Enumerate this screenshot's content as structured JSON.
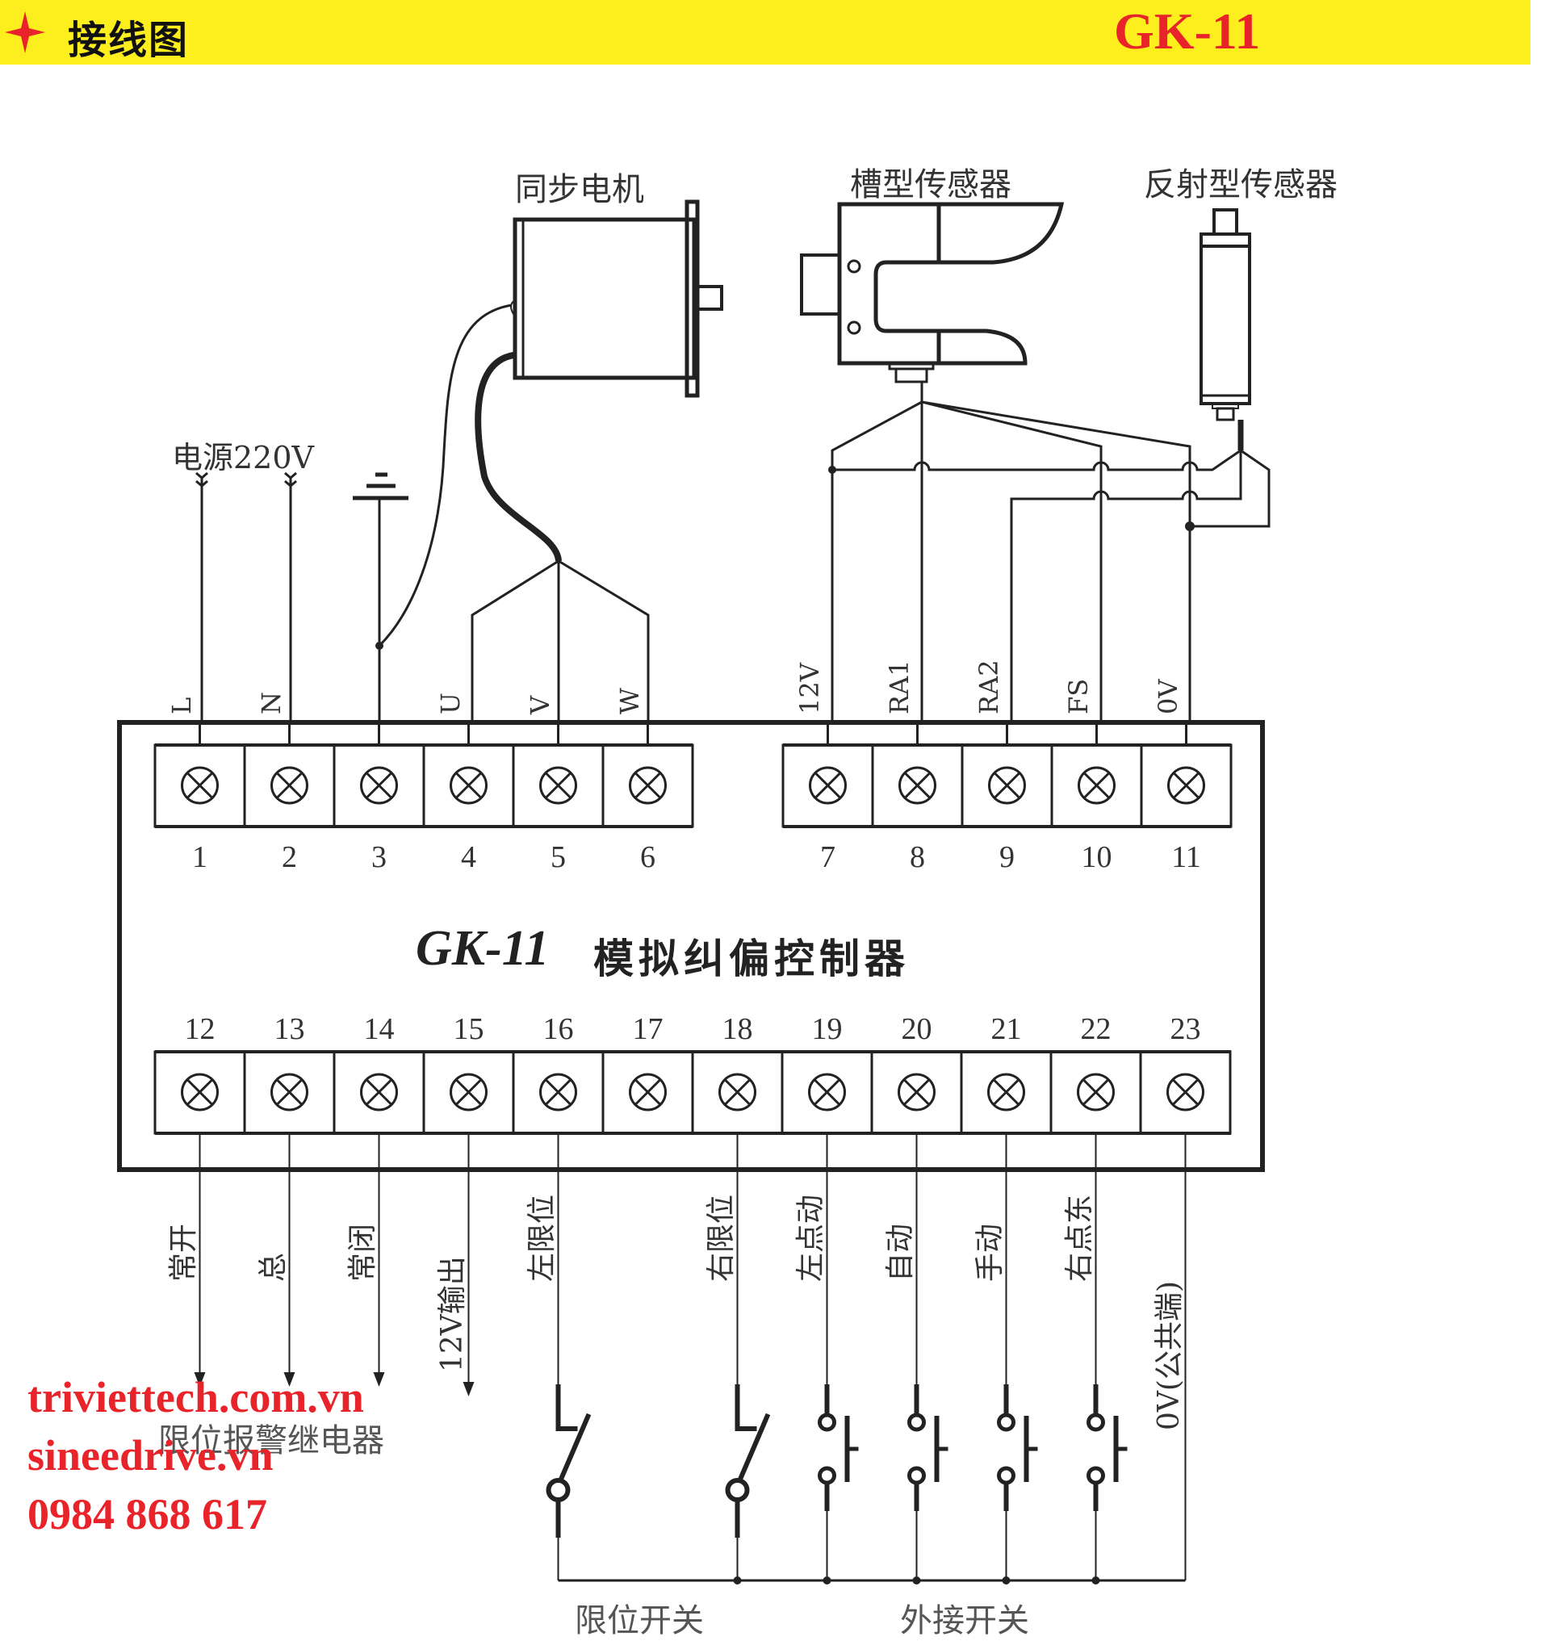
{
  "header": {
    "title": "接线图",
    "model": "GK-11",
    "star_icon": "red-four-point-star",
    "background_color": "#fdef1e",
    "accent_color": "#e8242a"
  },
  "devices": {
    "motor": "同步电机",
    "slot_sensor": "槽型传感器",
    "reflective_sensor": "反射型传感器",
    "power": "电源220V"
  },
  "controller": {
    "model": "GK-11",
    "name": "模拟纠偏控制器"
  },
  "top_terminals": [
    {
      "num": "1",
      "signal": "L"
    },
    {
      "num": "2",
      "signal": "N"
    },
    {
      "num": "3",
      "signal": ""
    },
    {
      "num": "4",
      "signal": "U"
    },
    {
      "num": "5",
      "signal": "V"
    },
    {
      "num": "6",
      "signal": "W"
    },
    {
      "num": "7",
      "signal": "12V"
    },
    {
      "num": "8",
      "signal": "RA1"
    },
    {
      "num": "9",
      "signal": "RA2"
    },
    {
      "num": "10",
      "signal": "FS"
    },
    {
      "num": "11",
      "signal": "0V"
    }
  ],
  "bottom_terminals": [
    {
      "num": "12",
      "signal": "常开"
    },
    {
      "num": "13",
      "signal": "总"
    },
    {
      "num": "14",
      "signal": "常闭"
    },
    {
      "num": "15",
      "signal": "12V输出"
    },
    {
      "num": "16",
      "signal": "左限位"
    },
    {
      "num": "17",
      "signal": ""
    },
    {
      "num": "18",
      "signal": "右限位"
    },
    {
      "num": "19",
      "signal": "左点动"
    },
    {
      "num": "20",
      "signal": "自动"
    },
    {
      "num": "21",
      "signal": "手动"
    },
    {
      "num": "22",
      "signal": "右点东"
    },
    {
      "num": "23",
      "signal": "0V(公共端)"
    }
  ],
  "groups": {
    "relay": "限位报警继电器",
    "limit_switch": "限位开关",
    "external_switch": "外接开关"
  },
  "watermark": {
    "line1": "triviettech.com.vn",
    "line2": "sineedrive.vn",
    "line3": "0984 868 617"
  }
}
